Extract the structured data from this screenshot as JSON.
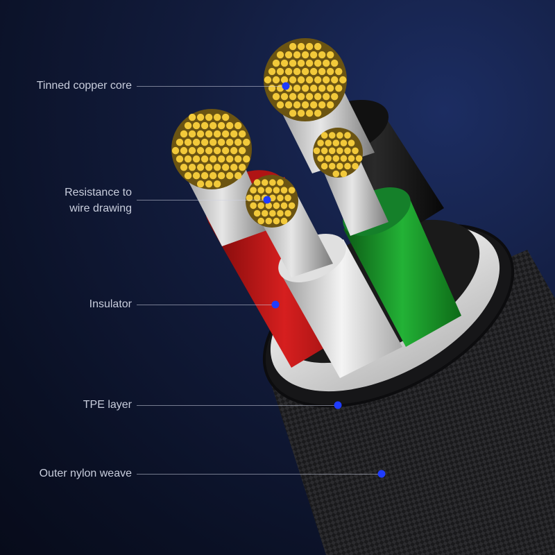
{
  "callouts": [
    {
      "label": "Tinned copper core"
    },
    {
      "label": "Resistance to\nwire drawing"
    },
    {
      "label": "Insulator"
    },
    {
      "label": "TPE layer"
    },
    {
      "label": "Outer nylon weave"
    }
  ],
  "colors": {
    "marker": "#1f3cff",
    "background": "#121c3d",
    "copper": "#f2c93a",
    "insulator_red": "#c61717",
    "insulator_green": "#1a9a2a",
    "insulator_white": "#e8e8e8",
    "insulator_black": "#141414",
    "jacket": "#1c1c1e"
  }
}
